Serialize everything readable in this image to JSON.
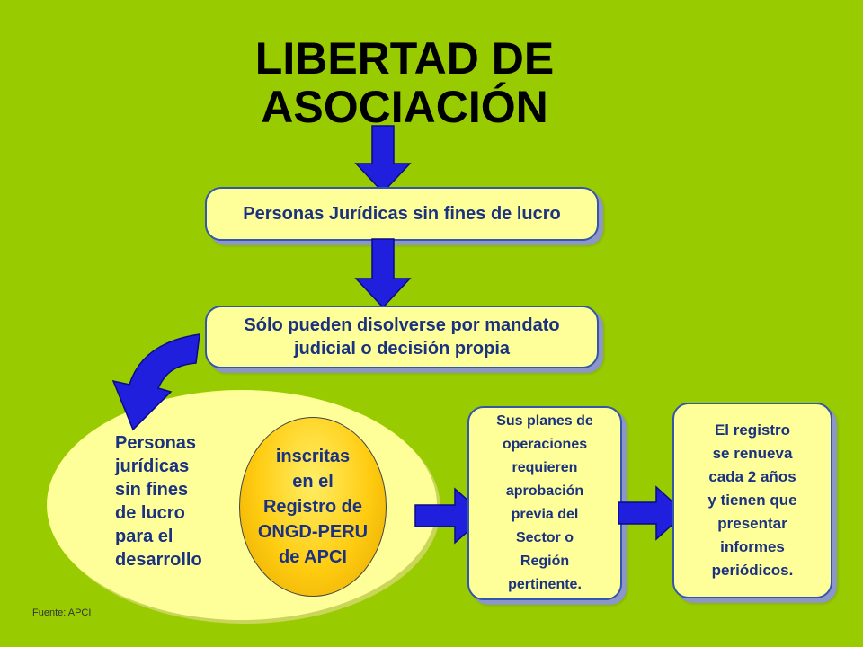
{
  "title": [
    "LIBERTAD DE",
    "ASOCIACIÓN"
  ],
  "box1": {
    "text": "Personas Jurídicas sin fines de lucro"
  },
  "box2": {
    "lines": [
      "Sólo pueden disolverse por mandato",
      "judicial o decisión propia"
    ]
  },
  "ellipse": {
    "lines": [
      "Personas",
      "jurídicas",
      "sin fines",
      "de lucro",
      "para el",
      "desarrollo"
    ]
  },
  "circle": {
    "lines": [
      "inscritas",
      "en el",
      "Registro de",
      "ONGD-PERU",
      "de APCI"
    ]
  },
  "box3": {
    "lines": [
      "Sus planes de",
      "operaciones",
      "requieren",
      "aprobación",
      "previa del",
      "Sector o",
      "Región",
      "pertinente."
    ]
  },
  "box4": {
    "lines": [
      "El registro",
      "se renueva",
      "cada 2 años",
      "y tienen que",
      "presentar",
      "informes",
      "periódicos."
    ]
  },
  "source": "Fuente: APCI",
  "colors": {
    "background": "#99cc00",
    "box_fill": "#ffff99",
    "box_text": "#1a3280",
    "arrow": "#1f1fdd",
    "circle_fill": "#ffcc11"
  },
  "icons": [
    "arrow-down-icon",
    "arrow-curved-icon",
    "arrow-right-icon"
  ]
}
